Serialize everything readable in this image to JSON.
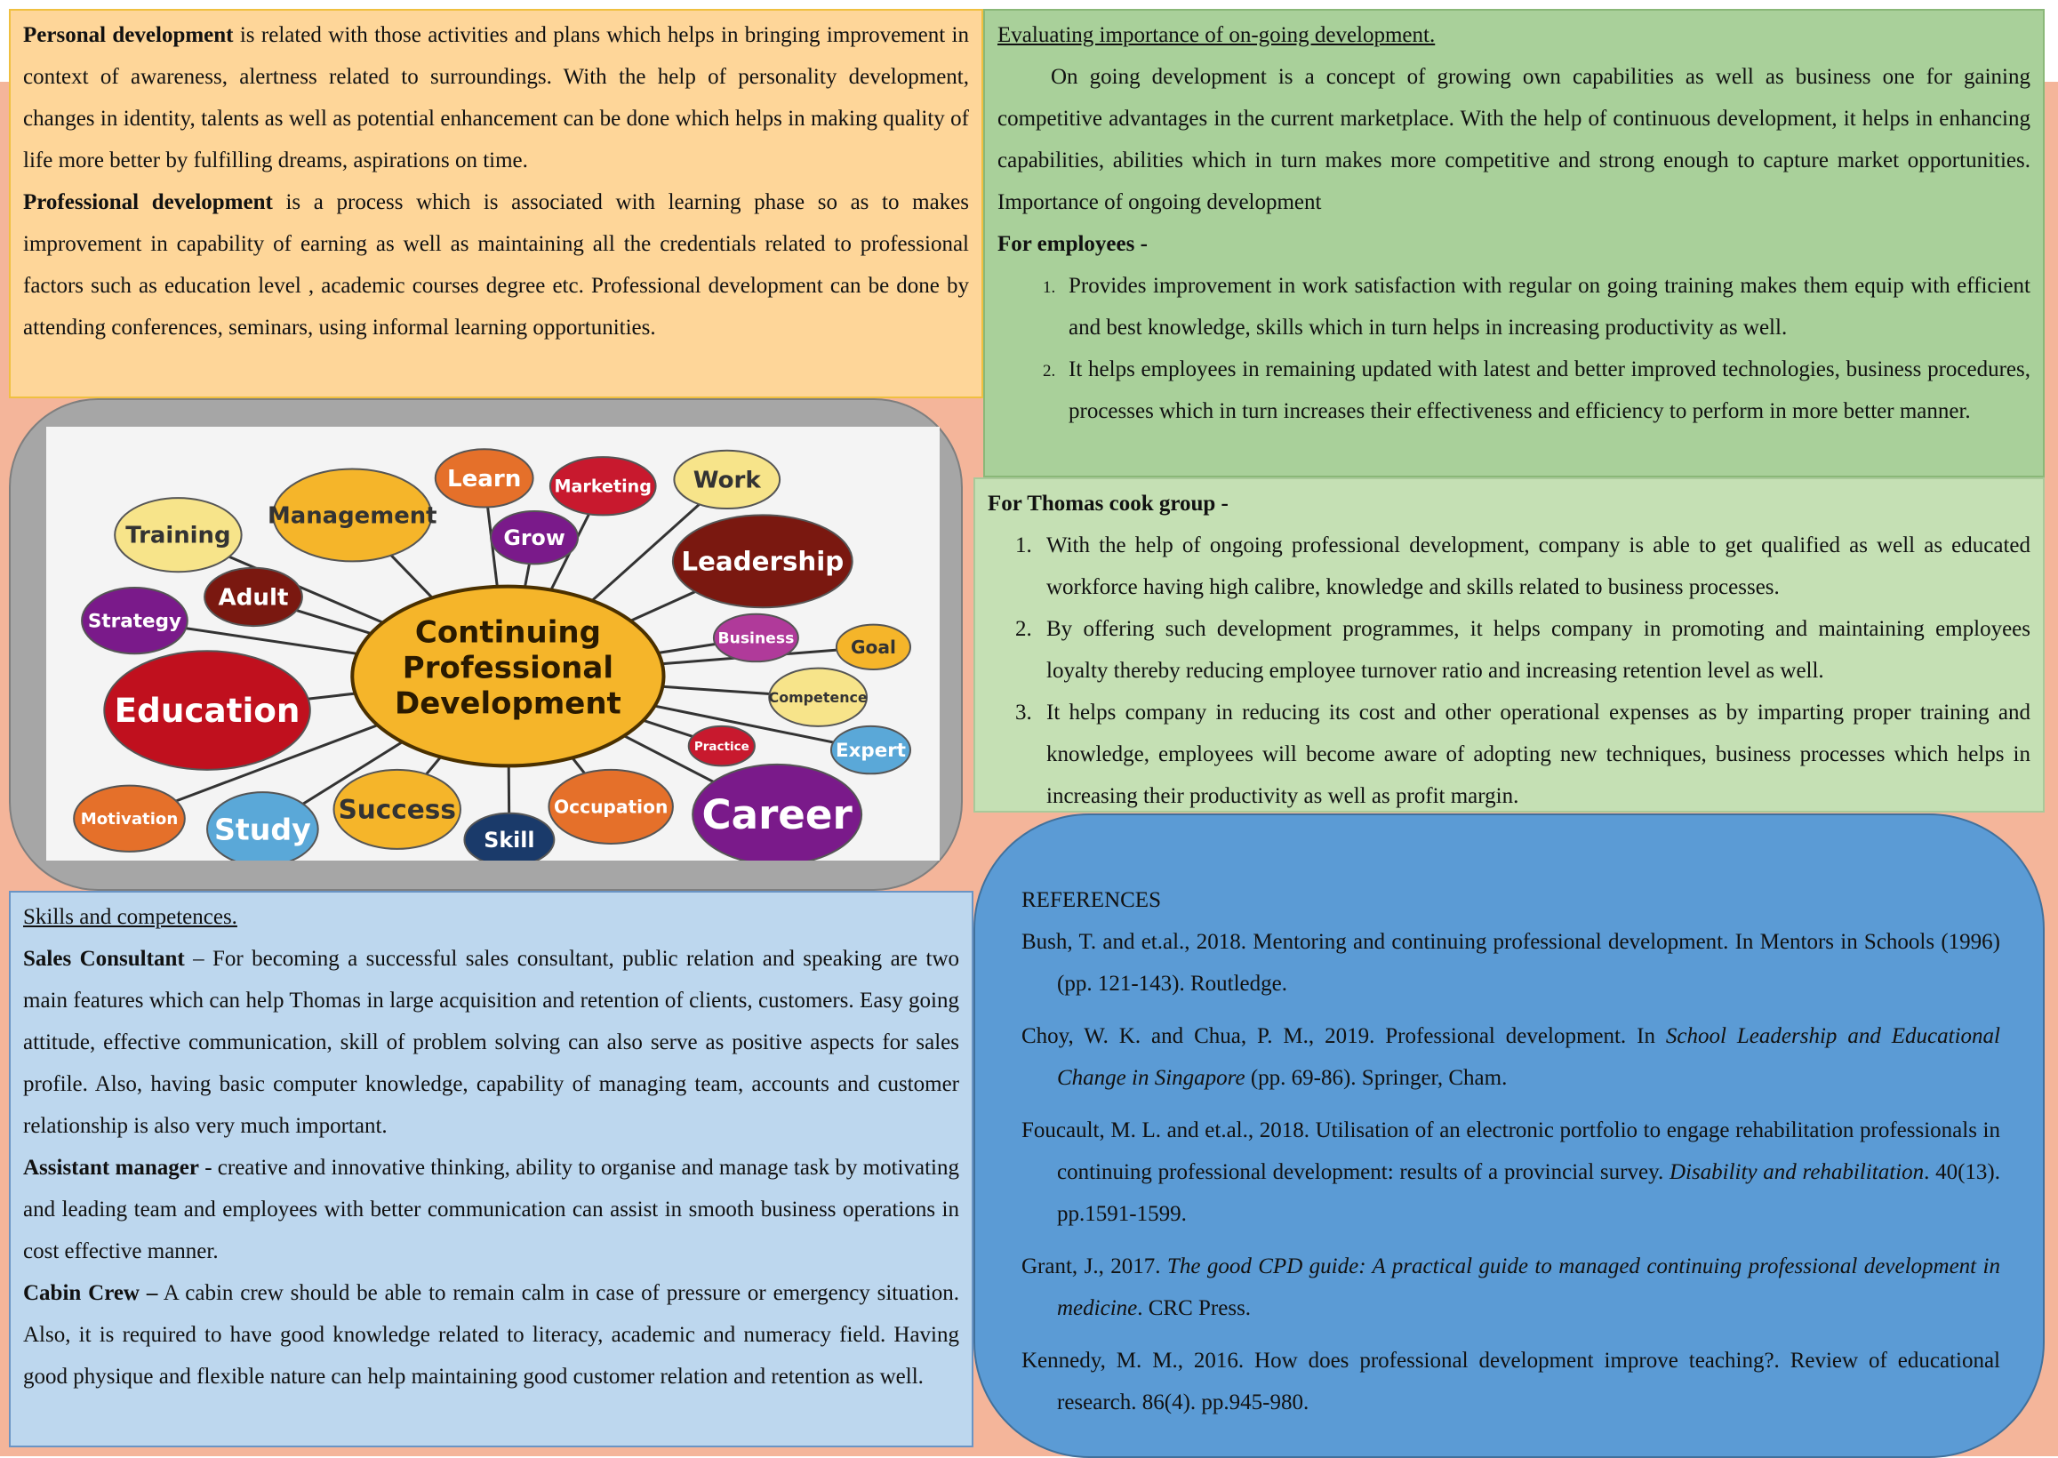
{
  "personal": {
    "term": "Personal development",
    "text": " is related with those activities and plans which helps in bringing improvement in context of awareness, alertness related to surroundings. With the help of personality development, changes in identity, talents as well as potential enhancement can be done which helps in making quality of life more better by fulfilling dreams, aspirations on time."
  },
  "professional": {
    "term": "Professional development",
    "text": " is a process which is associated with learning phase so as to makes improvement in capability of earning as well as maintaining all the credentials related to professional factors such as education level , academic courses degree etc.  Professional development can be done by attending conferences, seminars, using informal learning opportunities."
  },
  "evaluating": {
    "heading": "Evaluating importance of on-going development.",
    "intro": "On going development is a concept of growing own capabilities as well as business one for gaining competitive advantages in the current marketplace. With the help of continuous development, it helps in enhancing capabilities, abilities which in turn makes more competitive and strong enough to capture market opportunities. Importance of ongoing development",
    "employees_heading": "For employees -",
    "employees": [
      "Provides improvement in work satisfaction with regular on going training makes them equip with efficient and best knowledge, skills which in turn helps in increasing productivity as well.",
      "It helps employees in remaining updated with latest and better improved technologies, business procedures, processes which in turn increases their effectiveness and efficiency to perform in more better manner."
    ]
  },
  "thomas": {
    "heading": "For Thomas cook group -",
    "items": [
      "With the help of ongoing professional development, company is able to get qualified as well as educated workforce having high calibre, knowledge and skills related to business processes.",
      "By offering such development programmes, it helps company in promoting and maintaining employees loyalty thereby reducing employee turnover ratio and increasing retention level as well.",
      "It helps company in reducing its cost and other operational expenses as by imparting proper training and knowledge, employees will become aware of adopting new techniques, business processes which helps in increasing their productivity as well as profit margin."
    ]
  },
  "mindmap": {
    "center": [
      "Continuing",
      "Professional",
      "Development"
    ],
    "bubbles": [
      "Training",
      "Management",
      "Learn",
      "Marketing",
      "Work",
      "Grow",
      "Leadership",
      "Adult",
      "Strategy",
      "Business",
      "Goal",
      "Competence",
      "Education",
      "Practice",
      "Expert",
      "Motivation",
      "Study",
      "Success",
      "Skill",
      "Occupation",
      "Career"
    ]
  },
  "skills": {
    "heading": "Skills and competences.",
    "roles": [
      {
        "title": "Sales Consultant",
        "text": " – For becoming a successful sales consultant, public relation and speaking are two main features which can help Thomas in large acquisition and retention of clients, customers. Easy going attitude, effective communication, skill of problem solving can also serve as positive aspects for sales profile. Also, having basic computer knowledge, capability of managing team, accounts and customer relationship is also very much important."
      },
      {
        "title": "Assistant manager",
        "text": " - creative and innovative thinking, ability to organise and manage task by motivating and leading team and employees with better communication can assist in smooth business operations in cost effective manner."
      },
      {
        "title": "Cabin Crew –",
        "text": " A cabin crew should be able to remain calm in case of pressure or emergency situation. Also, it is required to have good knowledge related to literacy, academic and numeracy field. Having good physique and flexible nature can help maintaining good customer relation and retention as well."
      }
    ]
  },
  "references": {
    "heading": "REFERENCES",
    "items": [
      {
        "a": "Bush, T. and et.al., 2018. Mentoring and continuing professional development. In Mentors in Schools (1996) (pp. 121-143). Routledge.",
        "i": "",
        "b": ""
      },
      {
        "a": "Choy, W. K. and Chua, P. M., 2019. Professional development. In ",
        "i": "School Leadership and Educational Change in Singapore",
        "b": " (pp. 69-86). Springer, Cham."
      },
      {
        "a": "Foucault, M. L. and et.al., 2018. Utilisation of an electronic portfolio to engage rehabilitation professionals in continuing professional development: results of a provincial survey. ",
        "i": "Disability and rehabilitation",
        "b": ". 40(13). pp.1591-1599."
      },
      {
        "a": "Grant, J., 2017. ",
        "i": "The good CPD guide: A practical guide to managed continuing professional development in medicine",
        "b": ". CRC Press."
      },
      {
        "a": "Kennedy, M. M., 2016. How does professional development improve teaching?. Review of educational research. 86(4). pp.945-980.",
        "i": "",
        "b": ""
      }
    ]
  }
}
